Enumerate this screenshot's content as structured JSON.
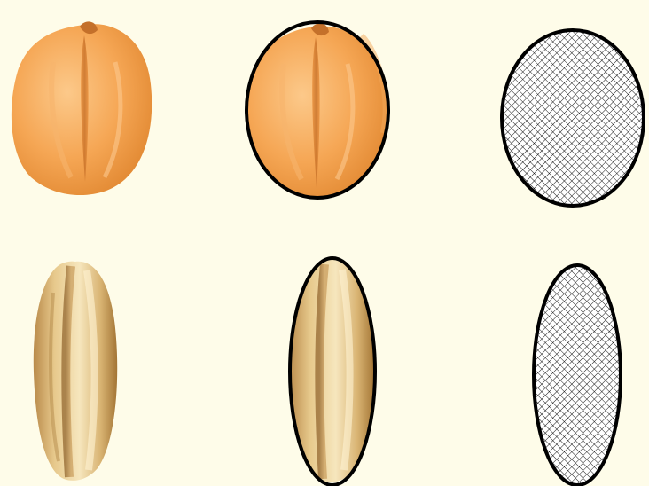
{
  "colors": {
    "background": "#fefce9",
    "outline": "#000000",
    "crosshatch": "#000000",
    "fill_pattern_bg": "#ffffff"
  },
  "rows": [
    {
      "id": "row-1",
      "view": "dorsal",
      "grain_colors": {
        "light": "#fbc07a",
        "mid": "#f3a24f",
        "dark": "#d97f2e",
        "crease": "#b86420"
      },
      "panels": [
        "grain-photo",
        "grain-with-ellipse",
        "ellipse-model"
      ]
    },
    {
      "id": "row-2",
      "view": "lateral",
      "grain_colors": {
        "light": "#f3dfa8",
        "mid": "#d6b06e",
        "dark": "#a87b3e",
        "crease": "#7e5625"
      },
      "panels": [
        "grain-photo",
        "grain-with-ellipse",
        "ellipse-model"
      ]
    }
  ]
}
